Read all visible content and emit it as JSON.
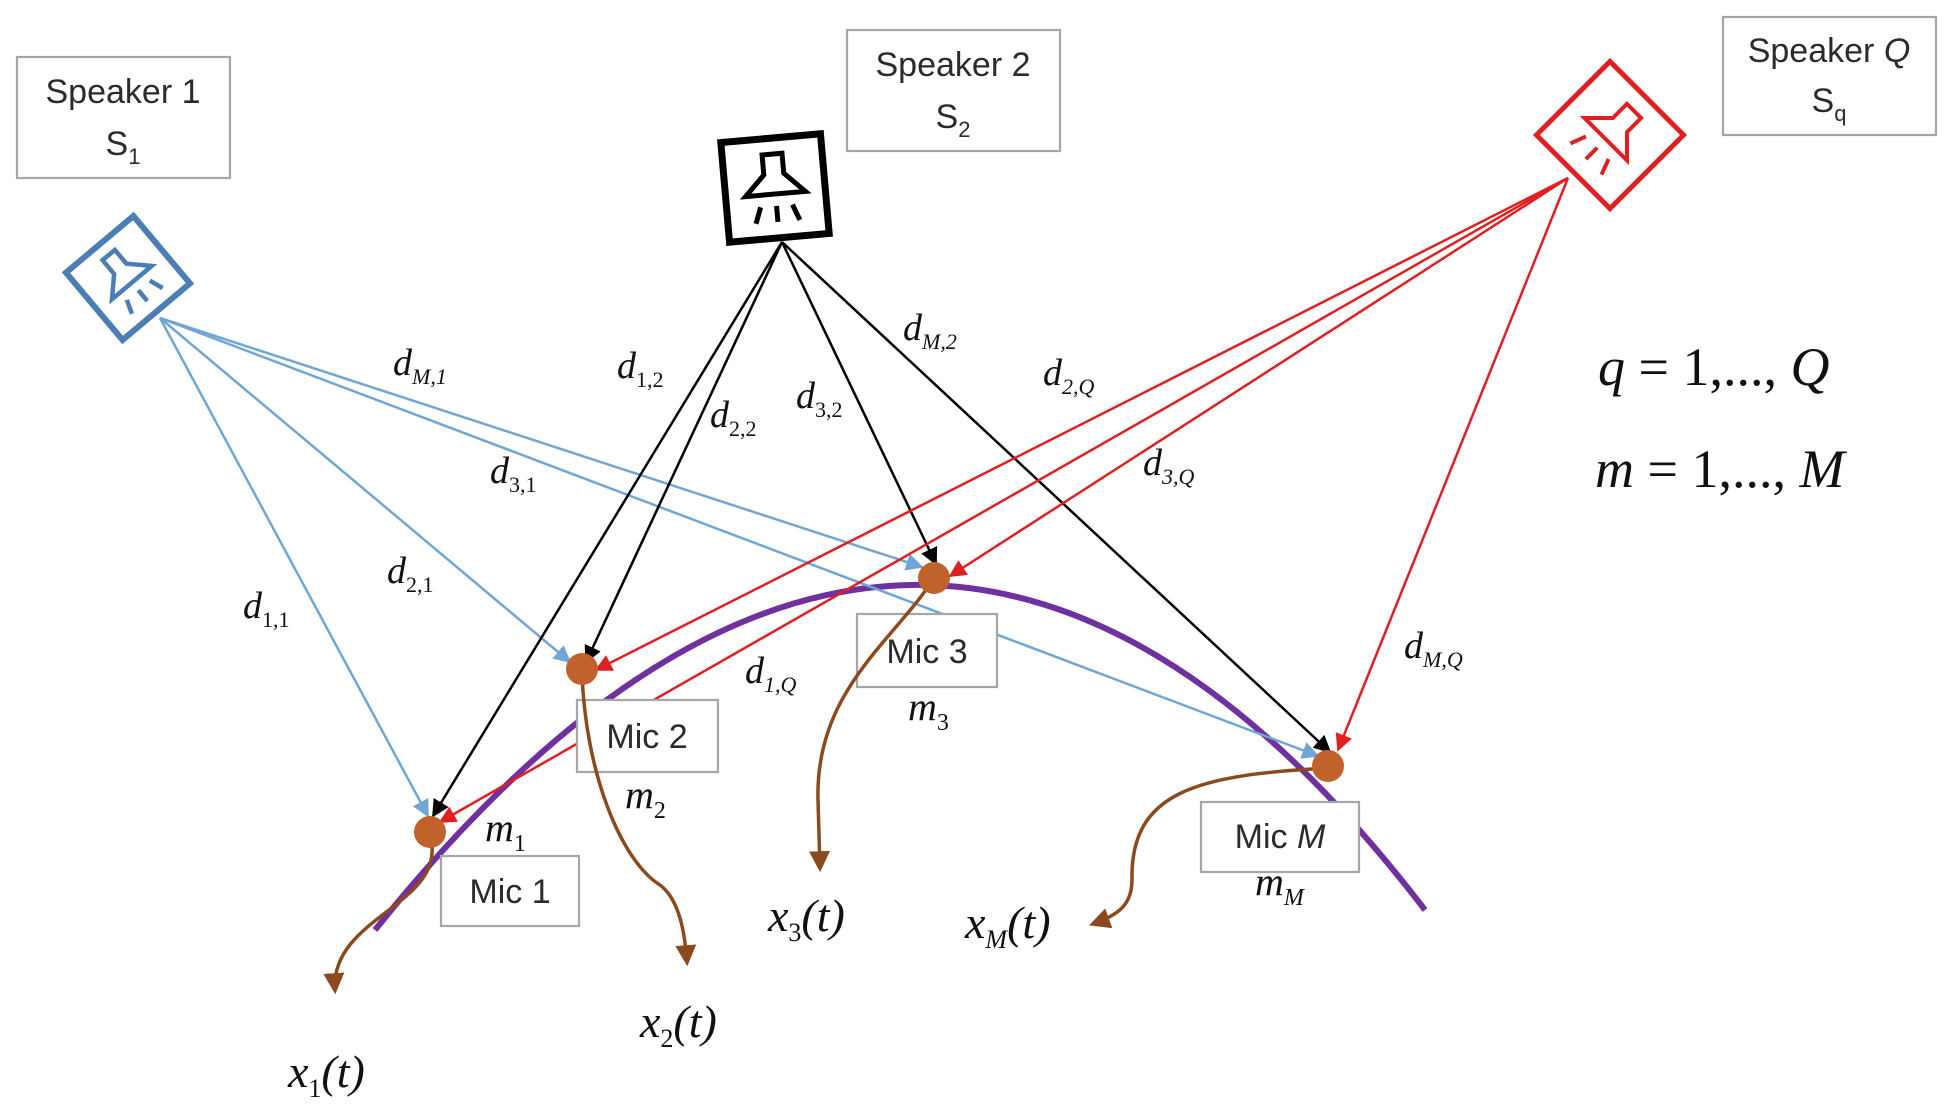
{
  "colors": {
    "speaker_1": "#4a7eb5",
    "speaker_1_paths": "#6fa6d6",
    "speaker_2": "#000000",
    "speaker_q": "#e02020",
    "array_curve": "#7030a0",
    "mic": "#c0622b",
    "signal": "#8b4a1e"
  },
  "icons": {
    "speaker": "loudspeaker-icon",
    "mic": "microphone-node-dot"
  },
  "speakers": [
    {
      "id": "s1",
      "title": "Speaker 1",
      "symbol": "S",
      "subscript": "1"
    },
    {
      "id": "s2",
      "title": "Speaker 2",
      "symbol": "S",
      "subscript": "2"
    },
    {
      "id": "sq",
      "title_prefix": "Speaker ",
      "title_var": "Q",
      "symbol": "S",
      "subscript": "q"
    }
  ],
  "mics": [
    {
      "id": "m1",
      "label": "Mic 1",
      "symbol": "m",
      "subscript": "1",
      "signal": "x",
      "signal_sub": "1",
      "signal_arg": "(t)"
    },
    {
      "id": "m2",
      "label": "Mic 2",
      "symbol": "m",
      "subscript": "2",
      "signal": "x",
      "signal_sub": "2",
      "signal_arg": "(t)"
    },
    {
      "id": "m3",
      "label": "Mic 3",
      "symbol": "m",
      "subscript": "3",
      "signal": "x",
      "signal_sub": "3",
      "signal_arg": "(t)"
    },
    {
      "id": "mm",
      "label_prefix": "Mic ",
      "label_var": "M",
      "symbol": "m",
      "subscript": "M",
      "signal": "x",
      "signal_sub": "M",
      "signal_arg": "(t)"
    }
  ],
  "distances": [
    {
      "id": "d11",
      "symbol": "d",
      "subscript": "1,1"
    },
    {
      "id": "d21",
      "symbol": "d",
      "subscript": "2,1"
    },
    {
      "id": "d31",
      "symbol": "d",
      "subscript": "3,1"
    },
    {
      "id": "dm1",
      "symbol": "d",
      "subscript": "M,1"
    },
    {
      "id": "d12",
      "symbol": "d",
      "subscript": "1,2"
    },
    {
      "id": "d22",
      "symbol": "d",
      "subscript": "2,2"
    },
    {
      "id": "d32",
      "symbol": "d",
      "subscript": "3,2"
    },
    {
      "id": "dm2",
      "symbol": "d",
      "subscript": "M,2"
    },
    {
      "id": "d1q",
      "symbol": "d",
      "subscript": "1,Q"
    },
    {
      "id": "d2q",
      "symbol": "d",
      "subscript": "2,Q"
    },
    {
      "id": "d3q",
      "symbol": "d",
      "subscript": "3,Q"
    },
    {
      "id": "dmq",
      "symbol": "d",
      "subscript": "M,Q"
    }
  ],
  "ranges": [
    {
      "var": "q",
      "eq": " = 1,..., ",
      "end": "Q"
    },
    {
      "var": "m",
      "eq": " = 1,..., ",
      "end": "M"
    }
  ]
}
